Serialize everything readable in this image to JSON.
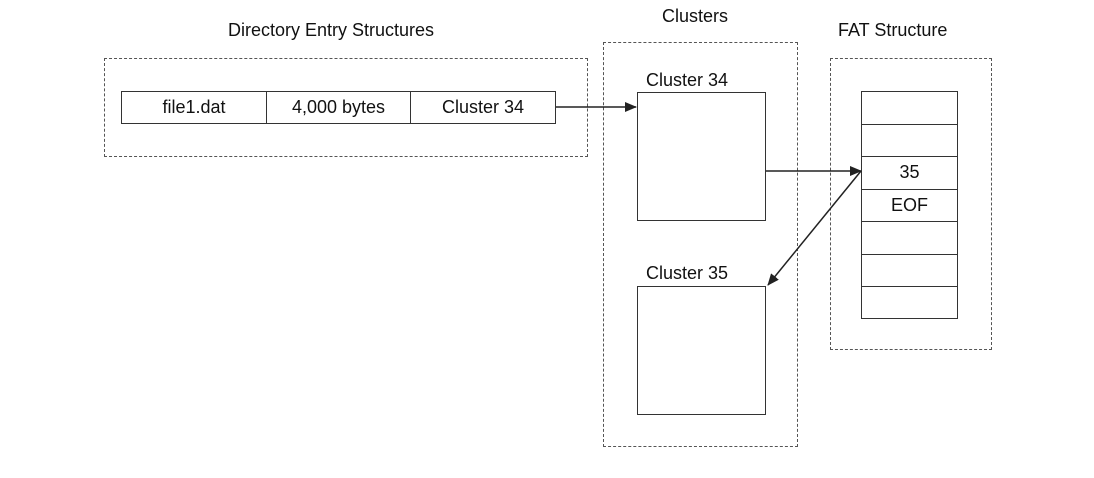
{
  "directory": {
    "title": "Directory Entry Structures",
    "entry": {
      "filename": "file1.dat",
      "size": "4,000 bytes",
      "cluster": "Cluster 34"
    }
  },
  "clusters": {
    "title": "Clusters",
    "items": [
      {
        "label": "Cluster 34"
      },
      {
        "label": "Cluster 35"
      }
    ]
  },
  "fat": {
    "title": "FAT Structure",
    "rows": [
      "",
      "",
      "35",
      "EOF",
      "",
      "",
      ""
    ]
  },
  "colors": {
    "line": "#333333",
    "dash": "#555555"
  }
}
